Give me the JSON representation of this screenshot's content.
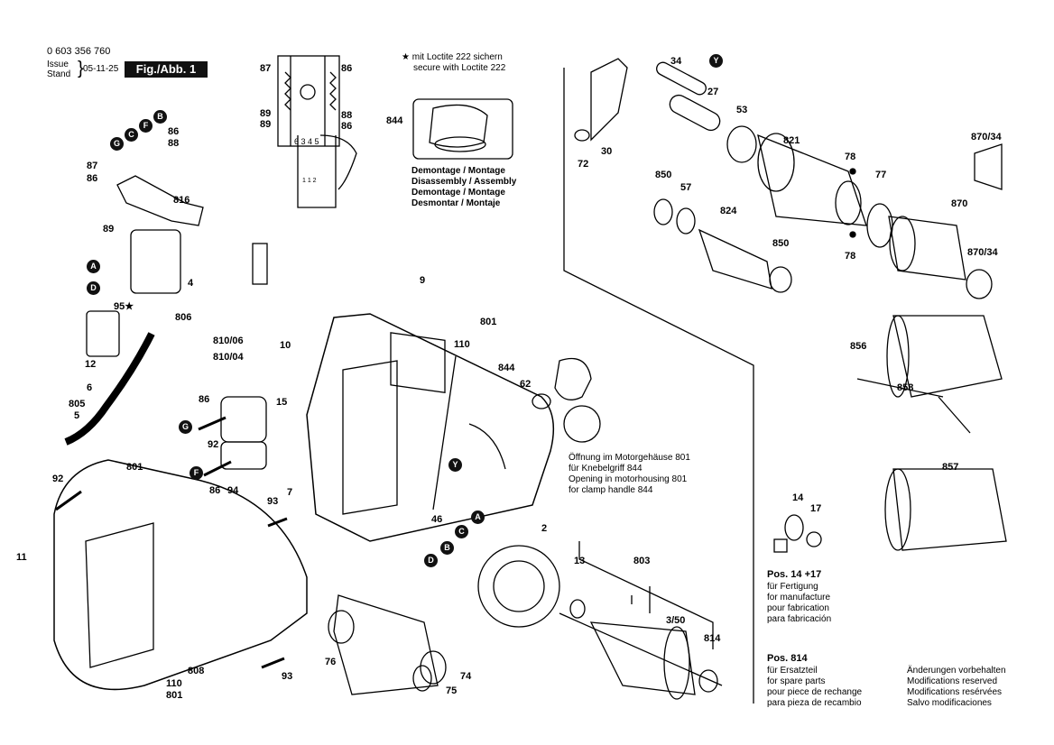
{
  "header": {
    "part_number": "0 603 356 760",
    "issue_label": "Issue",
    "stand_label": "Stand",
    "date": "05-11-25",
    "figure": "Fig./Abb. 1"
  },
  "loctite_note": {
    "line1": "★ mit Loctite 222 sichern",
    "line2": "secure with Loctite 222"
  },
  "assembly_note": {
    "line1": "Demontage / Montage",
    "line2": "Disassembly / Assembly",
    "line3": "Demontage / Montage",
    "line4": "Desmontar / Montaje"
  },
  "motorhousing_note": {
    "line1": "Öffnung im Motorgehäuse 801",
    "line2": "für Knebelgriff 844",
    "line3": "Opening in motorhousing 801",
    "line4": "for clamp handle 844"
  },
  "pos_14_17": {
    "title": "Pos. 14 +17",
    "line1": "für Fertigung",
    "line2": "for manufacture",
    "line3": "pour fabrication",
    "line4": "para fabricación"
  },
  "pos_814": {
    "title": "Pos. 814",
    "line1": "für Ersatzteil",
    "line2": "for spare parts",
    "line3": "pour piece de rechange",
    "line4": "para pieza de recambio"
  },
  "modifications": {
    "line1": "Änderungen vorbehalten",
    "line2": "Modifications reserved",
    "line3": "Modifications resérvées",
    "line4": "Salvo modificaciones"
  },
  "schematic": {
    "terminals": "6 3 4 5",
    "switch_terminals": "1 1 2"
  },
  "part_labels": {
    "p87a": "87",
    "p86a": "86",
    "p89a": "89",
    "p89b": "89",
    "p88a": "88",
    "p86b": "86",
    "p844a": "844",
    "p86c": "86",
    "p88b": "88",
    "p87b": "87",
    "p86d": "86",
    "p816": "816",
    "p89c": "89",
    "p4": "4",
    "p95": "95★",
    "p806": "806",
    "p12": "12",
    "p6": "6",
    "p805": "805",
    "p5": "5",
    "p810_06": "810/06",
    "p810_04": "810/04",
    "p10": "10",
    "p86e": "86",
    "p15": "15",
    "p92a": "92",
    "p86f": "86",
    "p94": "94",
    "p9": "9",
    "p801a": "801",
    "p110a": "110",
    "p844b": "844",
    "p62": "62",
    "p93a": "93",
    "p7": "7",
    "p46": "46",
    "p92b": "92",
    "p801b": "801",
    "p11": "11",
    "p808": "808",
    "p110b": "110",
    "p801c": "801",
    "p93b": "93",
    "p76": "76",
    "p74": "74",
    "p75": "75",
    "p2": "2",
    "p13": "13",
    "p803": "803",
    "p3_50": "3/50",
    "p814": "814",
    "p34": "34",
    "p27": "27",
    "p53": "53",
    "p72": "72",
    "p30": "30",
    "p821": "821",
    "p78a": "78",
    "p78b": "78",
    "p77": "77",
    "p850a": "850",
    "p57": "57",
    "p824": "824",
    "p850b": "850",
    "p870_34a": "870/34",
    "p870": "870",
    "p870_34b": "870/34",
    "p856": "856",
    "p858": "858",
    "p857": "857",
    "p14": "14",
    "p17": "17"
  },
  "badges": {
    "G1": "G",
    "C1": "C",
    "F1": "F",
    "B1": "B",
    "A1": "A",
    "D1": "D",
    "G2": "G",
    "F2": "F",
    "Y1": "Y",
    "Y2": "Y",
    "A2": "A",
    "C2": "C",
    "B2": "B",
    "D2": "D"
  }
}
